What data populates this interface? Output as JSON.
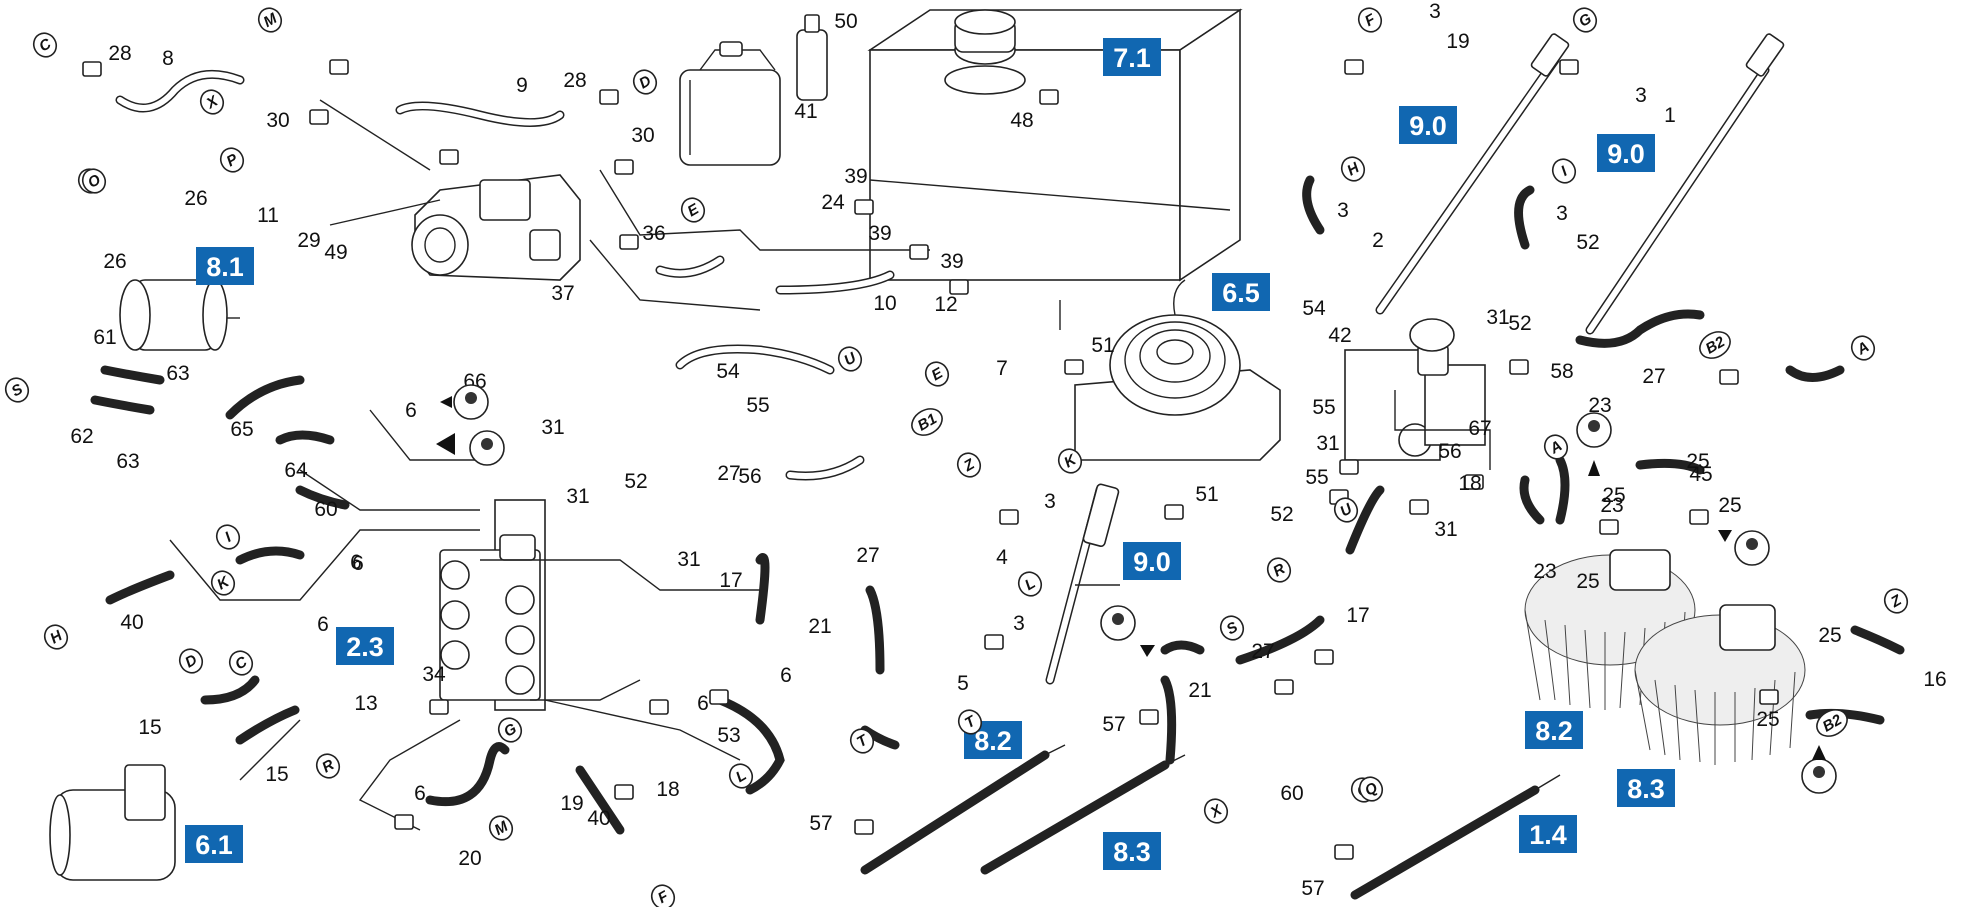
{
  "section_boxes": [
    {
      "id": "7.1",
      "label": "7.1"
    },
    {
      "id": "8.1",
      "label": "8.1"
    },
    {
      "id": "6.5",
      "label": "6.5"
    },
    {
      "id": "9.0-a",
      "label": "9.0"
    },
    {
      "id": "9.0-b",
      "label": "9.0"
    },
    {
      "id": "9.0-c",
      "label": "9.0"
    },
    {
      "id": "2.3",
      "label": "2.3"
    },
    {
      "id": "8.2-a",
      "label": "8.2"
    },
    {
      "id": "8.3-a",
      "label": "8.3"
    },
    {
      "id": "8.2-b",
      "label": "8.2"
    },
    {
      "id": "8.3-b",
      "label": "8.3"
    },
    {
      "id": "1.4",
      "label": "1.4"
    },
    {
      "id": "6.1",
      "label": "6.1"
    }
  ],
  "part_numbers": [
    "50",
    "41",
    "48",
    "28",
    "8",
    "30",
    "9",
    "28",
    "30",
    "26",
    "26",
    "11",
    "29",
    "49",
    "36",
    "37",
    "24",
    "39",
    "39",
    "39",
    "10",
    "12",
    "7",
    "51",
    "54",
    "42",
    "55",
    "67",
    "31",
    "52",
    "55",
    "56",
    "18",
    "3",
    "19",
    "3",
    "1",
    "3",
    "2",
    "3",
    "52",
    "31",
    "58",
    "27",
    "23",
    "61",
    "63",
    "62",
    "63",
    "65",
    "64",
    "66",
    "6",
    "31",
    "31",
    "52",
    "54",
    "55",
    "56",
    "27",
    "60",
    "6",
    "40",
    "6",
    "6",
    "13",
    "34",
    "31",
    "17",
    "21",
    "27",
    "6",
    "6",
    "53",
    "18",
    "40",
    "19",
    "6",
    "20",
    "15",
    "15",
    "57",
    "3",
    "4",
    "3",
    "5",
    "57",
    "21",
    "27",
    "17",
    "31",
    "51",
    "52",
    "25",
    "23",
    "23",
    "25",
    "25",
    "45",
    "25",
    "25",
    "25",
    "16",
    "60",
    "57"
  ],
  "connector_tags": [
    "M",
    "C",
    "D",
    "O",
    "X",
    "P",
    "E",
    "E",
    "U",
    "A",
    "B1",
    "B2",
    "Z",
    "Z",
    "B2",
    "A",
    "F",
    "G",
    "H",
    "I",
    "S",
    "T",
    "Q",
    "K",
    "L",
    "R",
    "R",
    "U",
    "I",
    "H",
    "K",
    "D",
    "C",
    "G",
    "L",
    "M",
    "F",
    "T",
    "S",
    "X",
    "Q",
    "O"
  ],
  "colors": {
    "section_box": "#1167b1",
    "line": "#222222",
    "background": "#ffffff"
  }
}
